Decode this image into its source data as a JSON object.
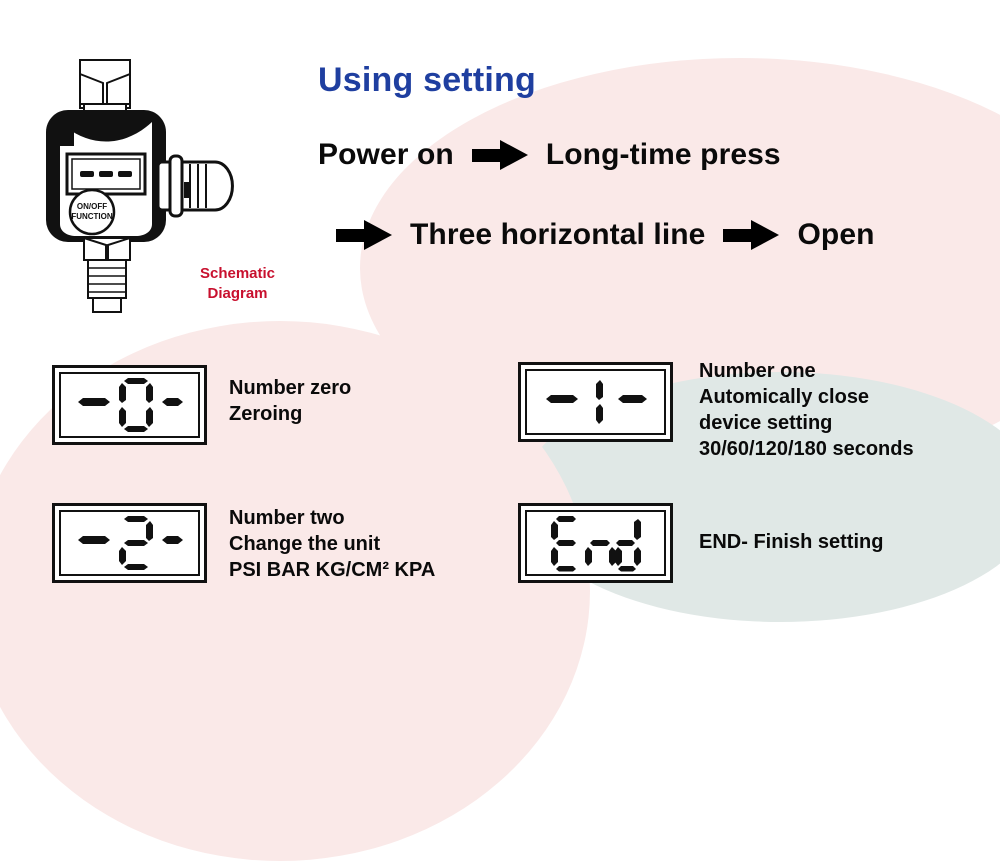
{
  "title": "Using setting",
  "colors": {
    "title_blue": "#1f3fa0",
    "caption_red": "#c8102e",
    "text_black": "#0a0a0a",
    "blob_pink": "#fae9e8",
    "blob_grey_green": "#e0e8e6",
    "background": "#ffffff"
  },
  "schematic": {
    "caption_line_1": "Schematic",
    "caption_line_2": "Diagram",
    "button_label_line_1": "ON/OFF",
    "button_label_line_2": "FUNCTION",
    "display_reading": "- - -"
  },
  "flow": {
    "row_1": {
      "step_1": "Power on",
      "arrow_1": "arrow-right-icon",
      "step_2": "Long-time press"
    },
    "row_2": {
      "arrow_1": "arrow-right-icon",
      "step_1": "Three horizontal line",
      "arrow_2": "arrow-right-icon",
      "step_2": "Open"
    }
  },
  "lcd_items": [
    {
      "display_value": "-0-",
      "segments": "dash-zero-dash",
      "lines": [
        "Number zero",
        "Zeroing"
      ]
    },
    {
      "display_value": "-1-",
      "segments": "dash-one-dash",
      "lines": [
        "Number one",
        "Automically close",
        "device setting",
        "30/60/120/180 seconds"
      ]
    },
    {
      "display_value": "-2-",
      "segments": "dash-two-dash",
      "lines": [
        "Number two",
        "Change the unit",
        "PSI BAR KG/CM² KPA"
      ]
    },
    {
      "display_value": "End",
      "segments": "end",
      "lines": [
        "END- Finish setting"
      ]
    }
  ]
}
